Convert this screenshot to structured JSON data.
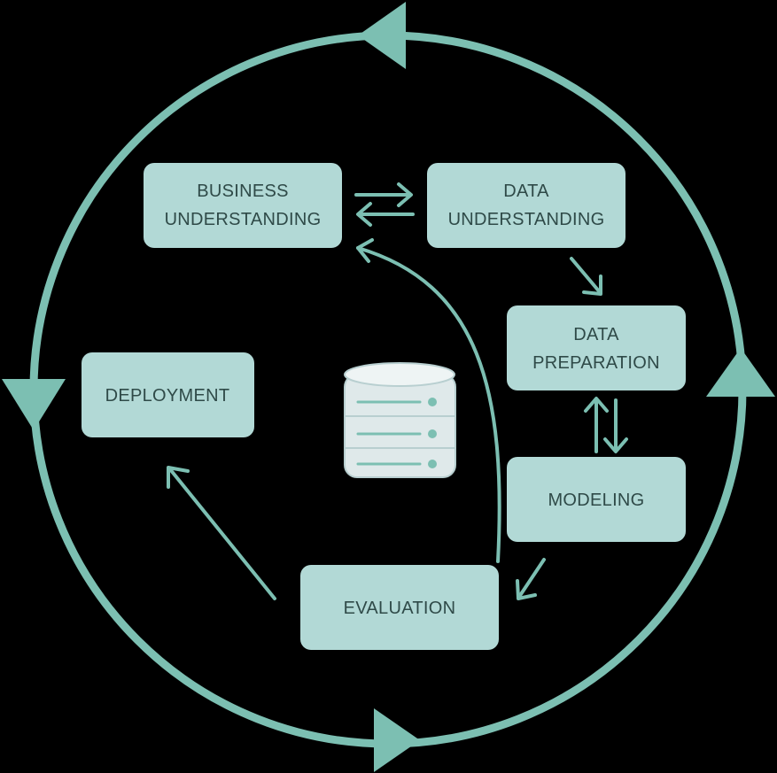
{
  "colors": {
    "background": "#000000",
    "accent": "#7cbfb2",
    "box_fill": "#b2d9d6",
    "box_text": "#2f4a48",
    "db_body": "#dfe9ea",
    "db_stripe": "#7cbfb2"
  },
  "nodes": {
    "business_understanding": {
      "line1": "BUSINESS",
      "line2": "UNDERSTANDING"
    },
    "data_understanding": {
      "line1": "DATA",
      "line2": "UNDERSTANDING"
    },
    "data_preparation": {
      "line1": "DATA",
      "line2": "PREPARATION"
    },
    "modeling": {
      "label": "MODELING"
    },
    "evaluation": {
      "label": "EVALUATION"
    },
    "deployment": {
      "label": "DEPLOYMENT"
    }
  },
  "center_icon": "database-icon"
}
